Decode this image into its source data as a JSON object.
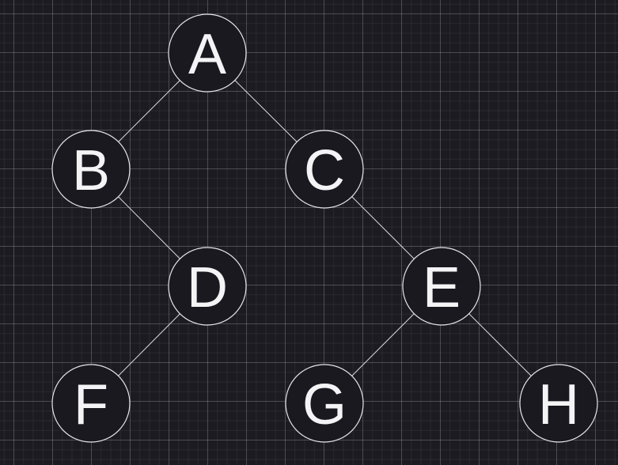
{
  "diagram": {
    "type": "binary-tree",
    "nodes": [
      {
        "id": "A",
        "label": "A"
      },
      {
        "id": "B",
        "label": "B"
      },
      {
        "id": "C",
        "label": "C"
      },
      {
        "id": "D",
        "label": "D"
      },
      {
        "id": "E",
        "label": "E"
      },
      {
        "id": "F",
        "label": "F"
      },
      {
        "id": "G",
        "label": "G"
      },
      {
        "id": "H",
        "label": "H"
      }
    ],
    "edges": [
      {
        "from": "A",
        "to": "B"
      },
      {
        "from": "A",
        "to": "C"
      },
      {
        "from": "B",
        "to": "D"
      },
      {
        "from": "C",
        "to": "E"
      },
      {
        "from": "D",
        "to": "F"
      },
      {
        "from": "E",
        "to": "G"
      },
      {
        "from": "E",
        "to": "H"
      }
    ]
  },
  "colors": {
    "background": "#1c1b22",
    "grid": "#ffffff",
    "node_fill": "#1a1920",
    "node_stroke": "#e6e6ea",
    "edge": "#d8d8dc",
    "text": "#f4f4f6"
  }
}
